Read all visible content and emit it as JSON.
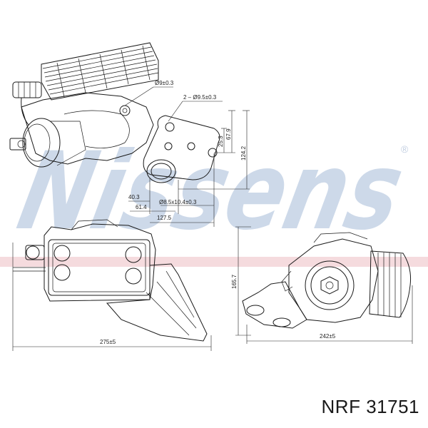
{
  "watermark": {
    "text": "Nissens",
    "registered_mark": "®",
    "color": "#c5d3e6",
    "band_color": "#e6a7ad"
  },
  "part_number": "NRF 31751",
  "top_view": {
    "dimensions": {
      "bolt_dia": "Ø9±0.3",
      "two_holes": "2 – Ø9.5±0.3",
      "height_small": "25.3",
      "height_mid": "67.9",
      "height_total": "124.2",
      "width_a": "40.3",
      "width_b": "61.4",
      "slot": "Ø8.5x10.4±0.3",
      "width_total": "127.5"
    }
  },
  "front_view": {
    "width_label": "275±5"
  },
  "side_view": {
    "height_label": "165.7",
    "width_label": "242±5"
  }
}
